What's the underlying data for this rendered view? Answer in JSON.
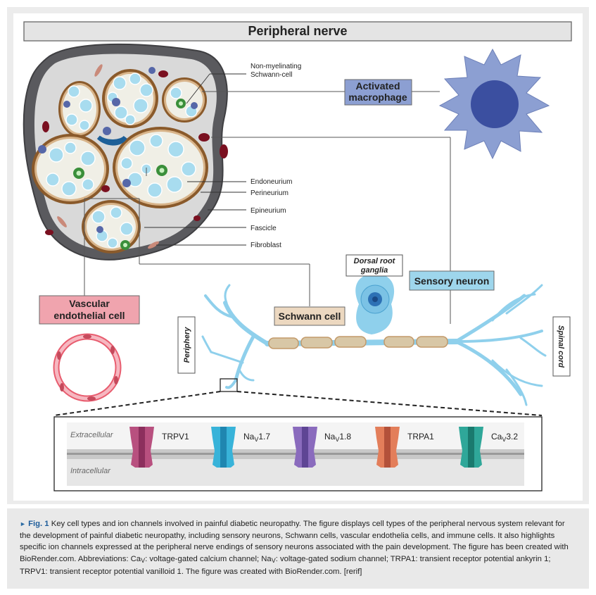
{
  "title": "Peripheral nerve",
  "labels": {
    "non_myelinating_1": "Non-myelinating",
    "non_myelinating_2": "Schwann-cell",
    "endoneurium": "Endoneurium",
    "perineurium": "Perineurium",
    "epineurium": "Epineurium",
    "fascicle": "Fascicle",
    "fibroblast": "Fibroblast"
  },
  "boxes": {
    "macrophage_1": "Activated",
    "macrophage_2": "macrophage",
    "vascular_1": "Vascular",
    "vascular_2": "endothelial cell",
    "schwann": "Schwann cell",
    "sensory": "Sensory neuron",
    "drg_1": "Dorsal root",
    "drg_2": "ganglia",
    "periphery": "Periphery",
    "spinal": "Spinal cord"
  },
  "membrane": {
    "extracellular": "Extracellular",
    "intracellular": "Intracellular"
  },
  "channels": [
    {
      "name": "TRPV1",
      "color": "#b8507f"
    },
    {
      "name": "NaV1.7",
      "color": "#38b3d9"
    },
    {
      "name": "NaV1.8",
      "color": "#8a6bbd"
    },
    {
      "name": "TRPA1",
      "color": "#e37e5a"
    },
    {
      "name": "CaV3.2",
      "color": "#2fa799"
    }
  ],
  "colors": {
    "macrophage_box": "#8c9fd2",
    "vascular_box": "#f0a4ae",
    "schwann_box": "#ecd8c0",
    "sensory_box": "#9ed6ec",
    "neuron": "#8fd0ec",
    "title_bar": "#e4e4e4"
  },
  "caption": {
    "fig": "Fig. 1",
    "text": "Key cell types and ion channels involved in painful diabetic neuropathy. The figure displays cell types of the peripheral nervous system relevant for the development of painful diabetic neuropathy, including sensory neurons, Schwann cells, vascular endothelia cells, and immune cells. It also highlights specific ion channels expressed at the peripheral nerve endings of sensory neurons associated with the pain development. The figure has been created with BioRender.com. Abbreviations: Ca",
    "sub_v": "V",
    "t2": ": voltage-gated calcium channel; Na",
    "t3": ": voltage-gated sodium channel; TRPA1: transient receptor potential ankyrin 1; TRPV1: transient receptor potential vanilloid 1. The figure was created with BioRender.com. [rerif]"
  }
}
